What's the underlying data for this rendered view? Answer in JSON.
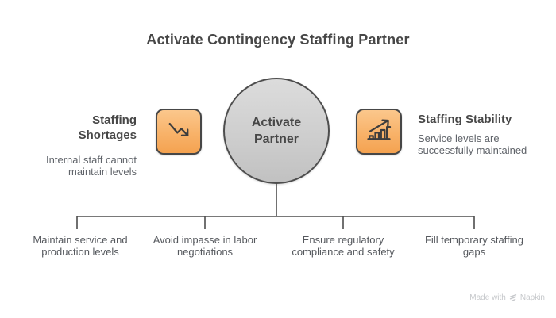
{
  "title": "Activate Contingency Staffing Partner",
  "center": {
    "label": "Activate\nPartner"
  },
  "left": {
    "heading": "Staffing Shortages",
    "description": "Internal staff cannot maintain levels",
    "icon": "trend-down"
  },
  "right": {
    "heading": "Staffing Stability",
    "description": "Service levels are successfully maintained",
    "icon": "bar-chart-rising"
  },
  "branches": [
    {
      "label": "Maintain service and production levels"
    },
    {
      "label": "Avoid impasse in labor negotiations"
    },
    {
      "label": "Ensure regulatory compliance and safety"
    },
    {
      "label": "Fill temporary staffing gaps"
    }
  ],
  "footer": {
    "made_with": "Made with",
    "brand": "Napkin"
  },
  "colors": {
    "accent_orange": "#f4a250",
    "icon_border": "#474747",
    "circle_fill": "#cecece",
    "line": "#4d4d4d",
    "heading_text": "#474747",
    "body_text": "#60646a",
    "footer_text": "#c6c8cb",
    "background": "#ffffff"
  }
}
